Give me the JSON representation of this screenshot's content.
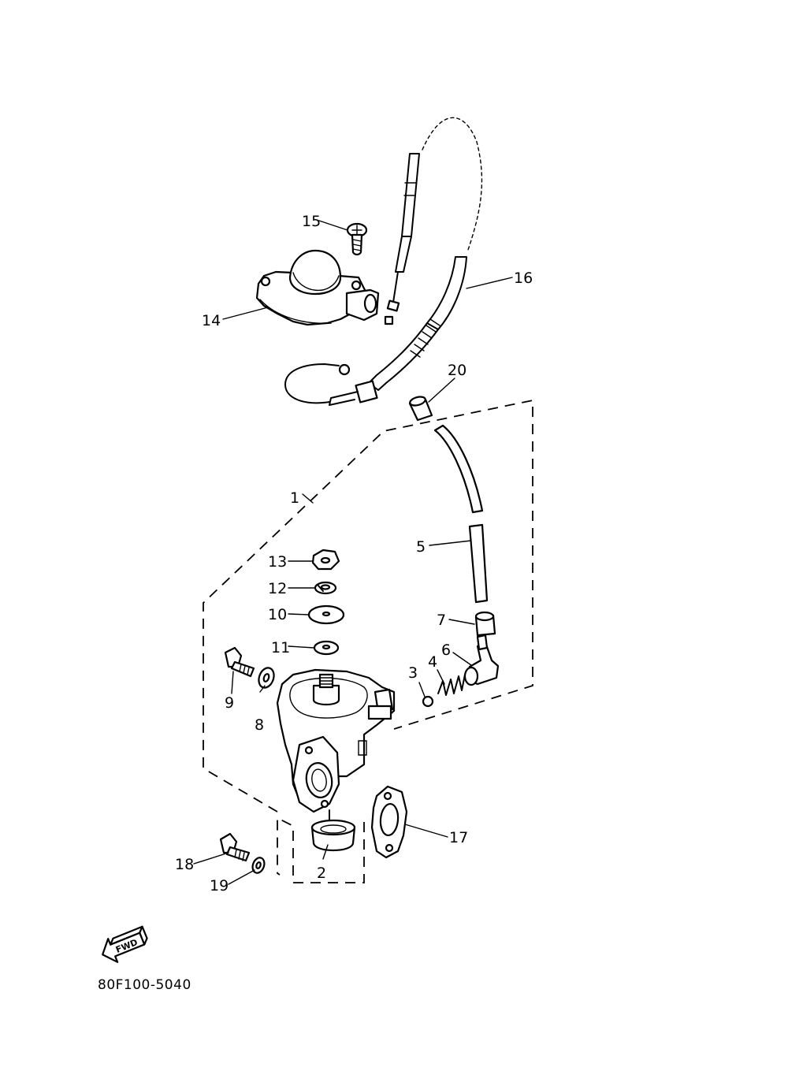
{
  "callouts": {
    "c1": "1",
    "c2": "2",
    "c3": "3",
    "c4": "4",
    "c5": "5",
    "c6": "6",
    "c7": "7",
    "c8": "8",
    "c9": "9",
    "c10": "10",
    "c11": "11",
    "c12": "12",
    "c13": "13",
    "c14": "14",
    "c15": "15",
    "c16": "16",
    "c17": "17",
    "c18": "18",
    "c19": "19",
    "c20": "20"
  },
  "fwd_label": "FWD",
  "part_number": "80F100-5040"
}
